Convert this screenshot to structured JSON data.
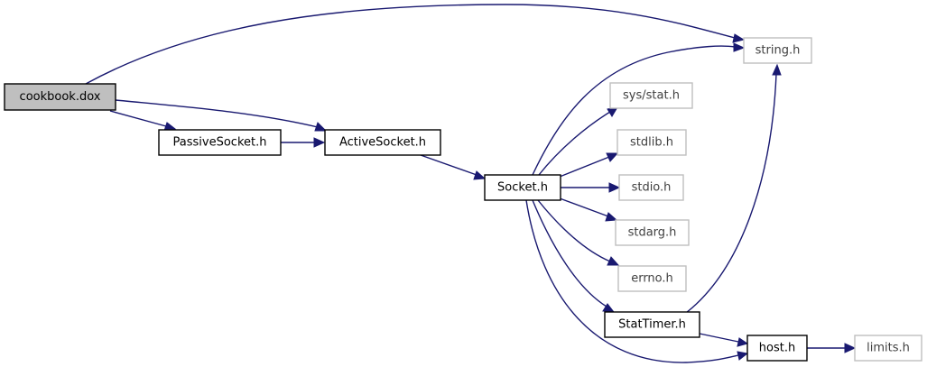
{
  "graph": {
    "nodes": {
      "cookbook": "cookbook.dox",
      "passive": "PassiveSocket.h",
      "active": "ActiveSocket.h",
      "socket": "Socket.h",
      "string": "string.h",
      "sysstat": "sys/stat.h",
      "stdlib": "stdlib.h",
      "stdio": "stdio.h",
      "stdarg": "stdarg.h",
      "errno": "errno.h",
      "stattimer": "StatTimer.h",
      "host": "host.h",
      "limits": "limits.h"
    },
    "colors": {
      "edge": "#191970",
      "root_fill": "#bfbfbf",
      "node_border": "#000000",
      "external_border": "#bfbfbf"
    }
  }
}
